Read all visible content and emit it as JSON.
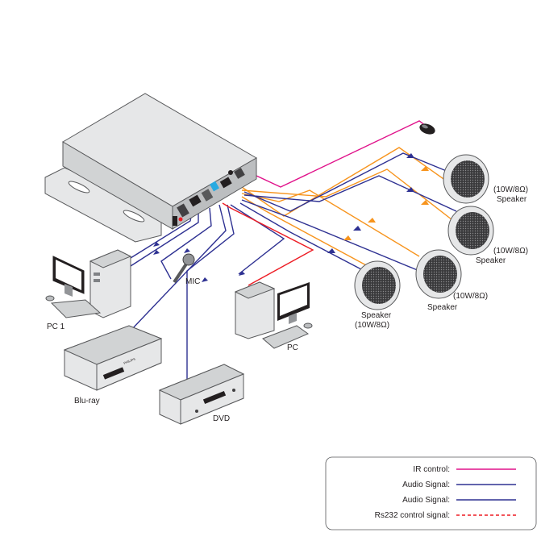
{
  "colors": {
    "ir": "#e0118a",
    "audio1": "#2e3192",
    "audio2": "#f7941d",
    "rs232": "#ed1c24",
    "device_fill": "#e6e7e8",
    "device_stroke": "#58595b"
  },
  "labels": {
    "pc1": "PC 1",
    "mic": "MIC",
    "bluray": "Blu-ray",
    "dvd": "DVD",
    "pc": "PC",
    "spk1_line1": "(10W/8Ω)",
    "spk1_line2": "Speaker",
    "spk2_line1": "(10W/8Ω)",
    "spk2_line2": "Speaker",
    "spk3_line1": "(10W/8Ω)",
    "spk3_line2": "Speaker",
    "spk4_line1": "Speaker",
    "spk4_line2": "(10W/8Ω)",
    "bluray_brand": "PHILIPS"
  },
  "legend": {
    "items": [
      {
        "label": "IR control:",
        "color": "#e0118a",
        "style": "solid"
      },
      {
        "label": "Audio Signal:",
        "color": "#2e3192",
        "style": "solid"
      },
      {
        "label": "Audio Signal:",
        "color": "#2e3192",
        "style": "solid"
      },
      {
        "label": "Rs232 control signal:",
        "color": "#ed1c24",
        "style": "dashed"
      }
    ]
  }
}
